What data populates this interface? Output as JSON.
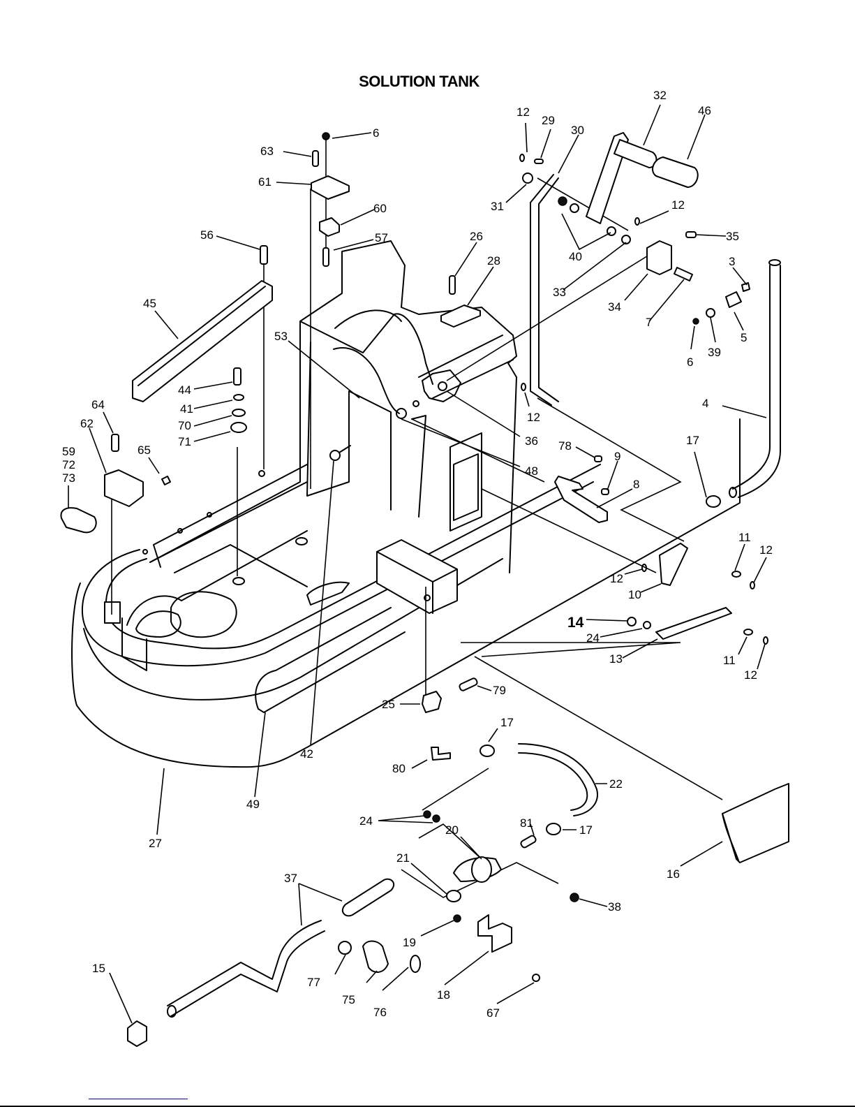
{
  "document": {
    "title": "SOLUTION TANK"
  },
  "callouts": [
    {
      "id": "c6a",
      "label": "6"
    },
    {
      "id": "c63",
      "label": "63"
    },
    {
      "id": "c61",
      "label": "61"
    },
    {
      "id": "c60",
      "label": "60"
    },
    {
      "id": "c57",
      "label": "57"
    },
    {
      "id": "c56",
      "label": "56"
    },
    {
      "id": "c45",
      "label": "45"
    },
    {
      "id": "c53",
      "label": "53"
    },
    {
      "id": "c44",
      "label": "44"
    },
    {
      "id": "c41",
      "label": "41"
    },
    {
      "id": "c70",
      "label": "70"
    },
    {
      "id": "c71",
      "label": "71"
    },
    {
      "id": "c64",
      "label": "64"
    },
    {
      "id": "c62",
      "label": "62"
    },
    {
      "id": "c65",
      "label": "65"
    },
    {
      "id": "c59",
      "label": "59"
    },
    {
      "id": "c72",
      "label": "72"
    },
    {
      "id": "c73",
      "label": "73"
    },
    {
      "id": "c26",
      "label": "26"
    },
    {
      "id": "c28",
      "label": "28"
    },
    {
      "id": "c12a",
      "label": "12"
    },
    {
      "id": "c29",
      "label": "29"
    },
    {
      "id": "c30",
      "label": "30"
    },
    {
      "id": "c32",
      "label": "32"
    },
    {
      "id": "c46",
      "label": "46"
    },
    {
      "id": "c31",
      "label": "31"
    },
    {
      "id": "c12b",
      "label": "12"
    },
    {
      "id": "c40",
      "label": "40"
    },
    {
      "id": "c35",
      "label": "35"
    },
    {
      "id": "c33",
      "label": "33"
    },
    {
      "id": "c34",
      "label": "34"
    },
    {
      "id": "c7",
      "label": "7"
    },
    {
      "id": "c3",
      "label": "3"
    },
    {
      "id": "c5",
      "label": "5"
    },
    {
      "id": "c6b",
      "label": "6"
    },
    {
      "id": "c39",
      "label": "39"
    },
    {
      "id": "c4",
      "label": "4"
    },
    {
      "id": "c12c",
      "label": "12"
    },
    {
      "id": "c36",
      "label": "36"
    },
    {
      "id": "c48",
      "label": "48"
    },
    {
      "id": "c78",
      "label": "78"
    },
    {
      "id": "c9",
      "label": "9"
    },
    {
      "id": "c8",
      "label": "8"
    },
    {
      "id": "c17a",
      "label": "17"
    },
    {
      "id": "c11a",
      "label": "11"
    },
    {
      "id": "c12d",
      "label": "12"
    },
    {
      "id": "c12e",
      "label": "12"
    },
    {
      "id": "c10",
      "label": "10"
    },
    {
      "id": "c14",
      "label": "14"
    },
    {
      "id": "c24a",
      "label": "24"
    },
    {
      "id": "c13",
      "label": "13"
    },
    {
      "id": "c11b",
      "label": "11"
    },
    {
      "id": "c12f",
      "label": "12"
    },
    {
      "id": "c42",
      "label": "42"
    },
    {
      "id": "c49",
      "label": "49"
    },
    {
      "id": "c27",
      "label": "27"
    },
    {
      "id": "c25",
      "label": "25"
    },
    {
      "id": "c79",
      "label": "79"
    },
    {
      "id": "c17b",
      "label": "17"
    },
    {
      "id": "c80",
      "label": "80"
    },
    {
      "id": "c22",
      "label": "22"
    },
    {
      "id": "c24b",
      "label": "24"
    },
    {
      "id": "c20",
      "label": "20"
    },
    {
      "id": "c81",
      "label": "81"
    },
    {
      "id": "c17c",
      "label": "17"
    },
    {
      "id": "c21",
      "label": "21"
    },
    {
      "id": "c16",
      "label": "16"
    },
    {
      "id": "c37",
      "label": "37"
    },
    {
      "id": "c38",
      "label": "38"
    },
    {
      "id": "c19",
      "label": "19"
    },
    {
      "id": "c15",
      "label": "15"
    },
    {
      "id": "c77",
      "label": "77"
    },
    {
      "id": "c75",
      "label": "75"
    },
    {
      "id": "c76",
      "label": "76"
    },
    {
      "id": "c18",
      "label": "18"
    },
    {
      "id": "c67",
      "label": "67"
    }
  ],
  "footer": {
    "link_text": ""
  }
}
